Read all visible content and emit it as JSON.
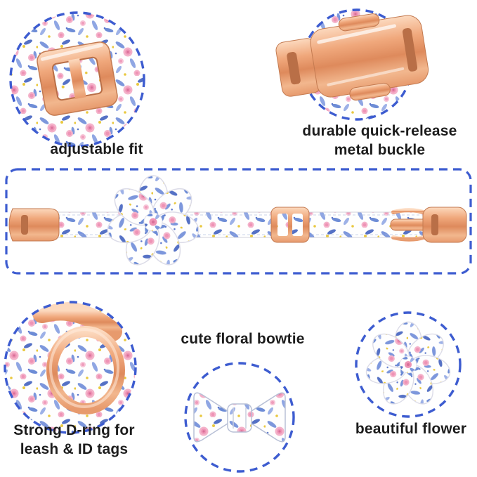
{
  "features": {
    "adjustable_fit": {
      "label": "adjustable fit"
    },
    "metal_buckle": {
      "line1": "durable quick-release",
      "line2": "metal buckle"
    },
    "d_ring": {
      "line1": "Strong D-ring for",
      "line2": "leash & ID tags"
    },
    "bowtie": {
      "label": "cute floral bowtie"
    },
    "flower": {
      "label": "beautiful flower"
    }
  },
  "style": {
    "callout_border_color": "#3d5cd0",
    "rose_gold_color": "#e89a6e",
    "text_color": "#1c1c1c",
    "fabric_palette": {
      "background": "#fefefe",
      "leaf_blue": "#7d97dc",
      "rose_pink": "#ee93b5",
      "bud_yellow": "#e9c83e"
    }
  }
}
